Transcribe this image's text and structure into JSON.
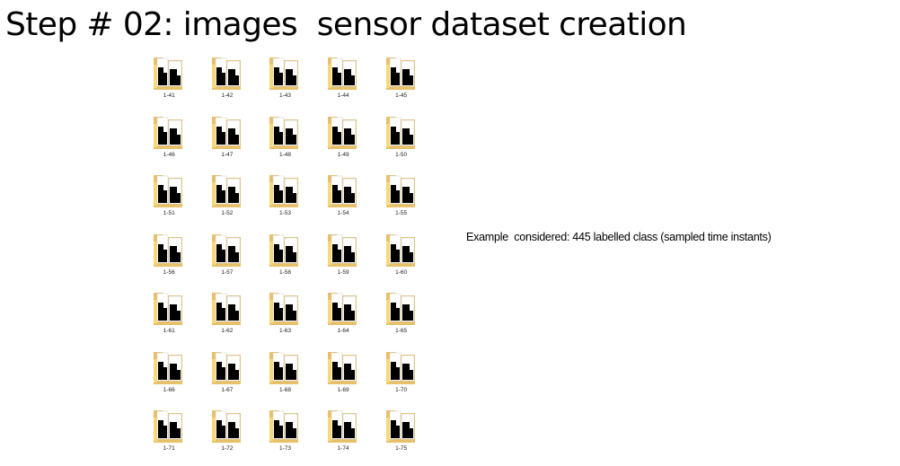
{
  "title": "Step # 02: images  sensor dataset creation",
  "caption": "Example  considered: 445 labelled class (sampled time instants)",
  "folder_icon": "folder-with-image-icon",
  "colors": {
    "folder_back": "#E8C06A",
    "folder_front": "#F8D978",
    "image_black": "#000000",
    "paper": "#FFFFFF"
  },
  "folders": [
    {
      "label": "1-41"
    },
    {
      "label": "1-42"
    },
    {
      "label": "1-43"
    },
    {
      "label": "1-44"
    },
    {
      "label": "1-45"
    },
    {
      "label": "1-46"
    },
    {
      "label": "1-47"
    },
    {
      "label": "1-48"
    },
    {
      "label": "1-49"
    },
    {
      "label": "1-50"
    },
    {
      "label": "1-51"
    },
    {
      "label": "1-52"
    },
    {
      "label": "1-53"
    },
    {
      "label": "1-54"
    },
    {
      "label": "1-55"
    },
    {
      "label": "1-56"
    },
    {
      "label": "1-57"
    },
    {
      "label": "1-58"
    },
    {
      "label": "1-59"
    },
    {
      "label": "1-60"
    },
    {
      "label": "1-61"
    },
    {
      "label": "1-62"
    },
    {
      "label": "1-63"
    },
    {
      "label": "1-64"
    },
    {
      "label": "1-65"
    },
    {
      "label": "1-66"
    },
    {
      "label": "1-67"
    },
    {
      "label": "1-68"
    },
    {
      "label": "1-69"
    },
    {
      "label": "1-70"
    },
    {
      "label": "1-71"
    },
    {
      "label": "1-72"
    },
    {
      "label": "1-73"
    },
    {
      "label": "1-74"
    },
    {
      "label": "1-75"
    }
  ]
}
